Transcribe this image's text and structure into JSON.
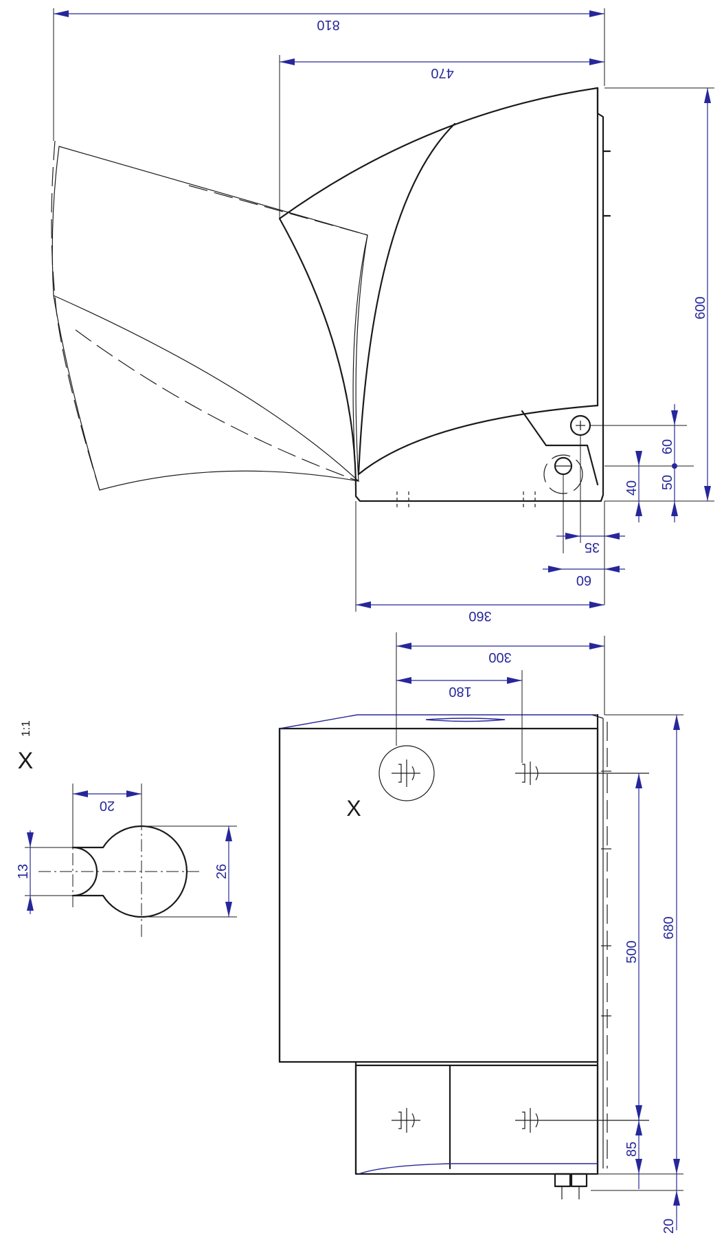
{
  "side_view": {
    "dim_overall_width": "810",
    "dim_cover_width": "470",
    "dim_base_width": "360",
    "dim_hinge_offset_35": "35",
    "dim_hinge_offset_60": "60",
    "dim_height": "600",
    "dim_hinge_height_60": "60",
    "dim_hinge_height_50": "50",
    "dim_pivot_height_40": "40"
  },
  "front_view": {
    "dim_hole_spacing_300": "300",
    "dim_hole_spacing_180": "180",
    "dim_total_height": "680",
    "dim_hole_vertical": "500",
    "dim_bottom_offset": "85",
    "dim_foot": "20",
    "detail_marker": "X"
  },
  "detail": {
    "label": "X",
    "scale": "1:1",
    "dim_width": "20",
    "dim_small_diameter": "13",
    "dim_large_diameter": "26"
  },
  "colors": {
    "dimension": "#27279b",
    "outline": "#1a1a1a"
  }
}
